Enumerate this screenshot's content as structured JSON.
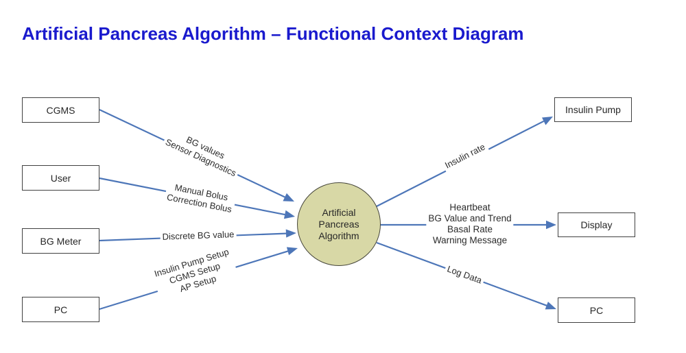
{
  "title": "Artificial Pancreas Algorithm – Functional Context Diagram",
  "colors": {
    "title_text": "#1a1acd",
    "arrow": "#4d76b8",
    "process_fill": "#d8d8a6",
    "process_border": "#45453a",
    "box_border": "#3f3f3f",
    "background": "#ffffff"
  },
  "process": {
    "lines": [
      "Artificial",
      "Pancreas",
      "Algorithm"
    ]
  },
  "sources": [
    {
      "label": "CGMS"
    },
    {
      "label": "User"
    },
    {
      "label": "BG Meter"
    },
    {
      "label": "PC"
    }
  ],
  "sinks": [
    {
      "label": "Insulin Pump"
    },
    {
      "label": "Display"
    },
    {
      "label": "PC"
    }
  ],
  "flows": [
    {
      "name": "cgms-to-algorithm",
      "lines": [
        "BG values",
        "Sensor Diagnostics"
      ]
    },
    {
      "name": "user-to-algorithm",
      "lines": [
        "Manual Bolus",
        "Correction Bolus"
      ]
    },
    {
      "name": "bg-meter-to-algorithm",
      "lines": [
        "Discrete BG value"
      ]
    },
    {
      "name": "pc-to-algorithm",
      "lines": [
        "Insulin Pump Setup",
        "CGMS Setup",
        "AP Setup"
      ]
    },
    {
      "name": "algorithm-to-insulin-pump",
      "lines": [
        "Insulin rate"
      ]
    },
    {
      "name": "algorithm-to-display",
      "lines": [
        "Heartbeat",
        "BG Value and Trend",
        "Basal Rate",
        "Warning Message"
      ]
    },
    {
      "name": "algorithm-to-pc",
      "lines": [
        "Log Data"
      ]
    }
  ]
}
